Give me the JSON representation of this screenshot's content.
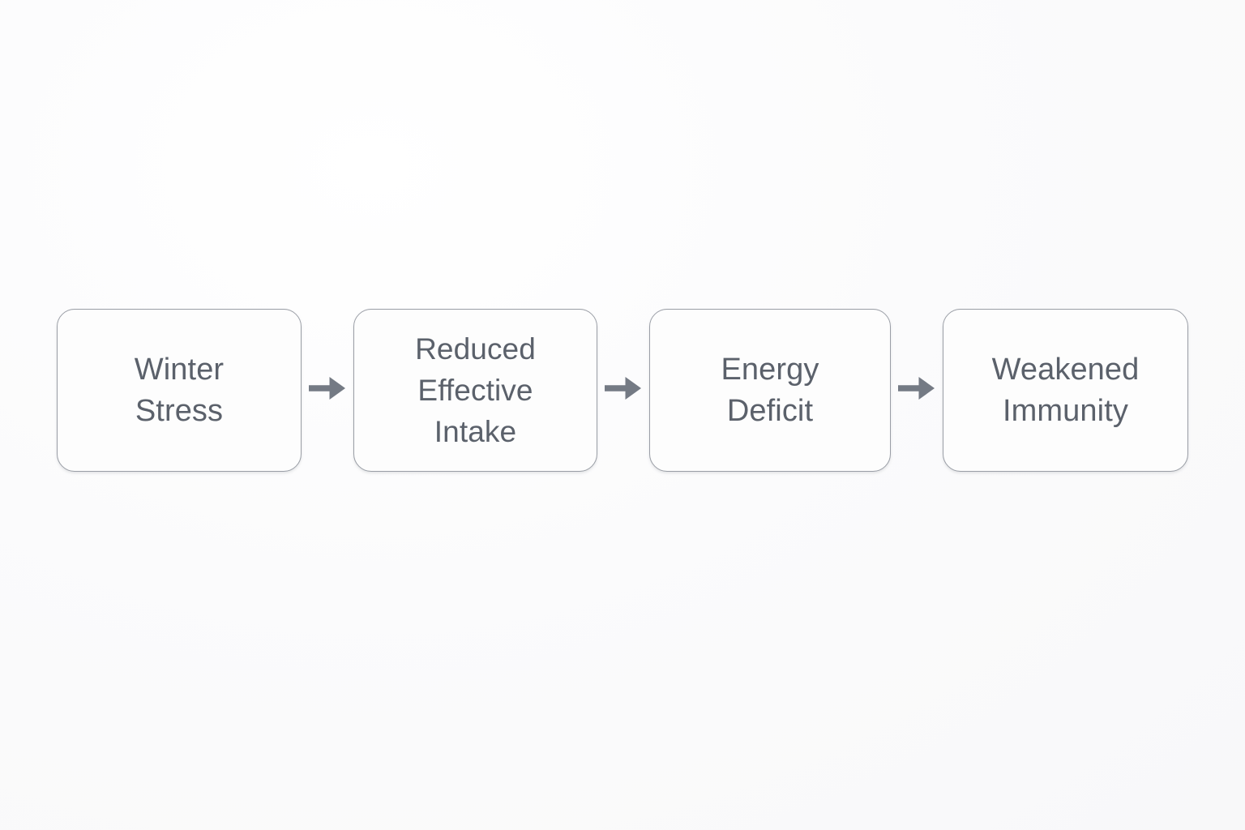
{
  "diagram": {
    "type": "linear-flow-chain",
    "title": "",
    "background_color": "#fcfcfc",
    "node_fill_color": "#fdfdfd",
    "node_border_color": "#9a9ea6",
    "text_color": "#5b616b",
    "arrow_color": "#747a84",
    "nodes": [
      {
        "id": "winter-stress",
        "label": "Winter\nStress"
      },
      {
        "id": "reduced-effective-intake",
        "label": "Reduced\nEffective\nIntake"
      },
      {
        "id": "energy-deficit",
        "label": "Energy\nDeficit"
      },
      {
        "id": "weakened-immunity",
        "label": "Weakened\nImmunity"
      }
    ],
    "connectors": [
      {
        "id": "arrow-1",
        "icon": "arrow-right-icon",
        "from": "winter-stress",
        "to": "reduced-effective-intake"
      },
      {
        "id": "arrow-2",
        "icon": "arrow-right-icon",
        "from": "reduced-effective-intake",
        "to": "energy-deficit"
      },
      {
        "id": "arrow-3",
        "icon": "arrow-right-icon",
        "from": "energy-deficit",
        "to": "weakened-immunity"
      }
    ]
  }
}
